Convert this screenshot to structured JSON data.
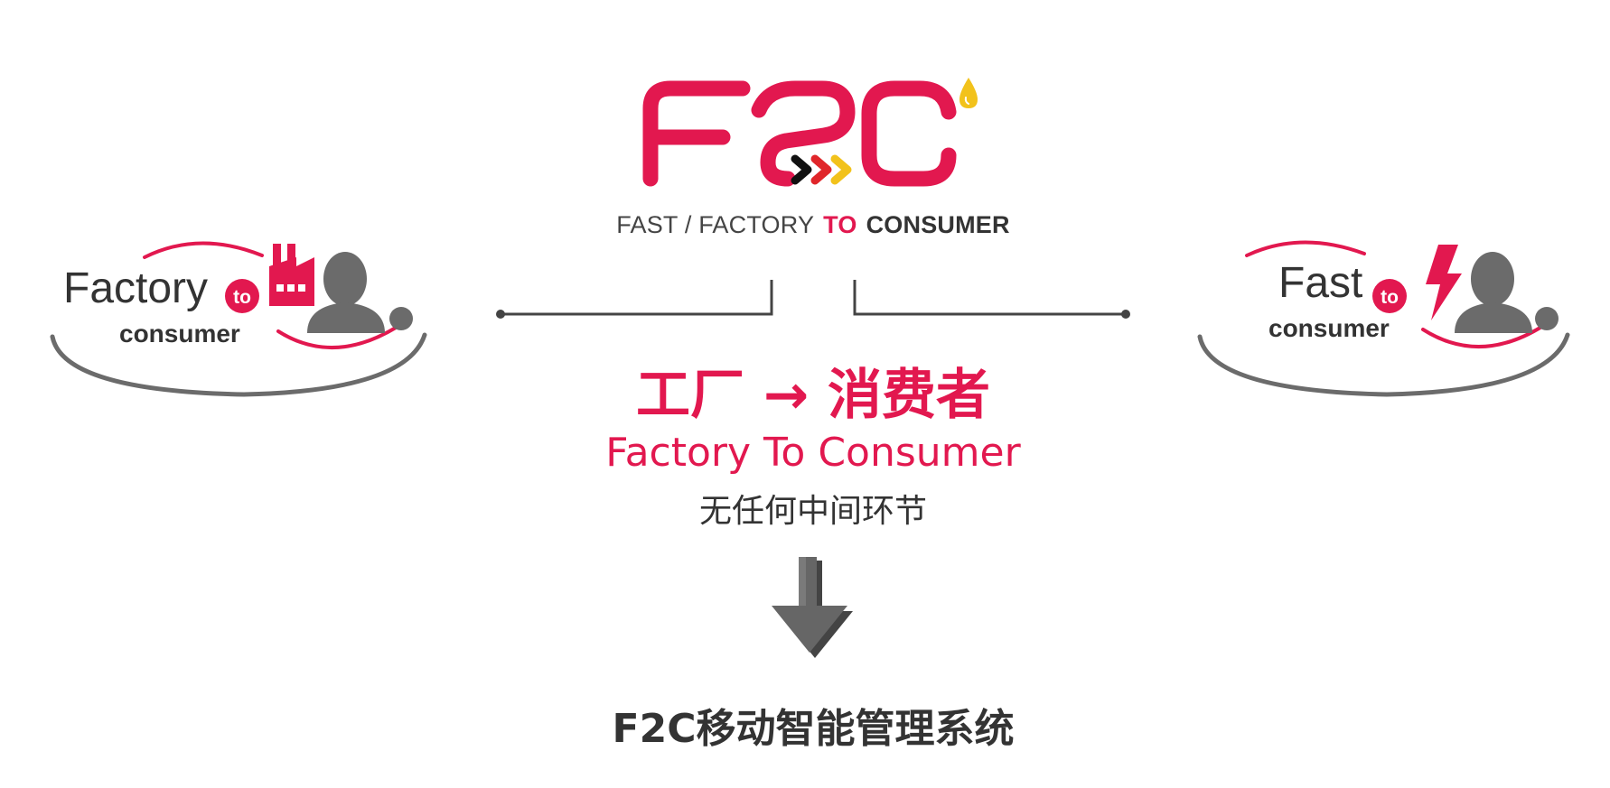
{
  "logo": {
    "mark_text": "F2C",
    "tagline_prefix": "FAST / FACTORY",
    "tagline_to": "TO",
    "tagline_suffix": "CONSUMER"
  },
  "badges": {
    "left": {
      "word1": "Factory",
      "to": "to",
      "word2": "consumer",
      "icon": "factory-icon"
    },
    "right": {
      "word1": "Fast",
      "to": "to",
      "word2": "consumer",
      "icon": "lightning-icon"
    }
  },
  "headline": {
    "cn": "工厂 → 消费者",
    "en": "Factory To Consumer",
    "cn_sub": "无任何中间环节"
  },
  "system_title": "F2C移动智能管理系统",
  "colors": {
    "brand_red": "#e2184f",
    "chevron_black": "#111111",
    "chevron_red": "#e0262a",
    "chevron_yellow": "#f2c21b",
    "dark_gray": "#333333",
    "mid_gray": "#6b6b6b"
  }
}
